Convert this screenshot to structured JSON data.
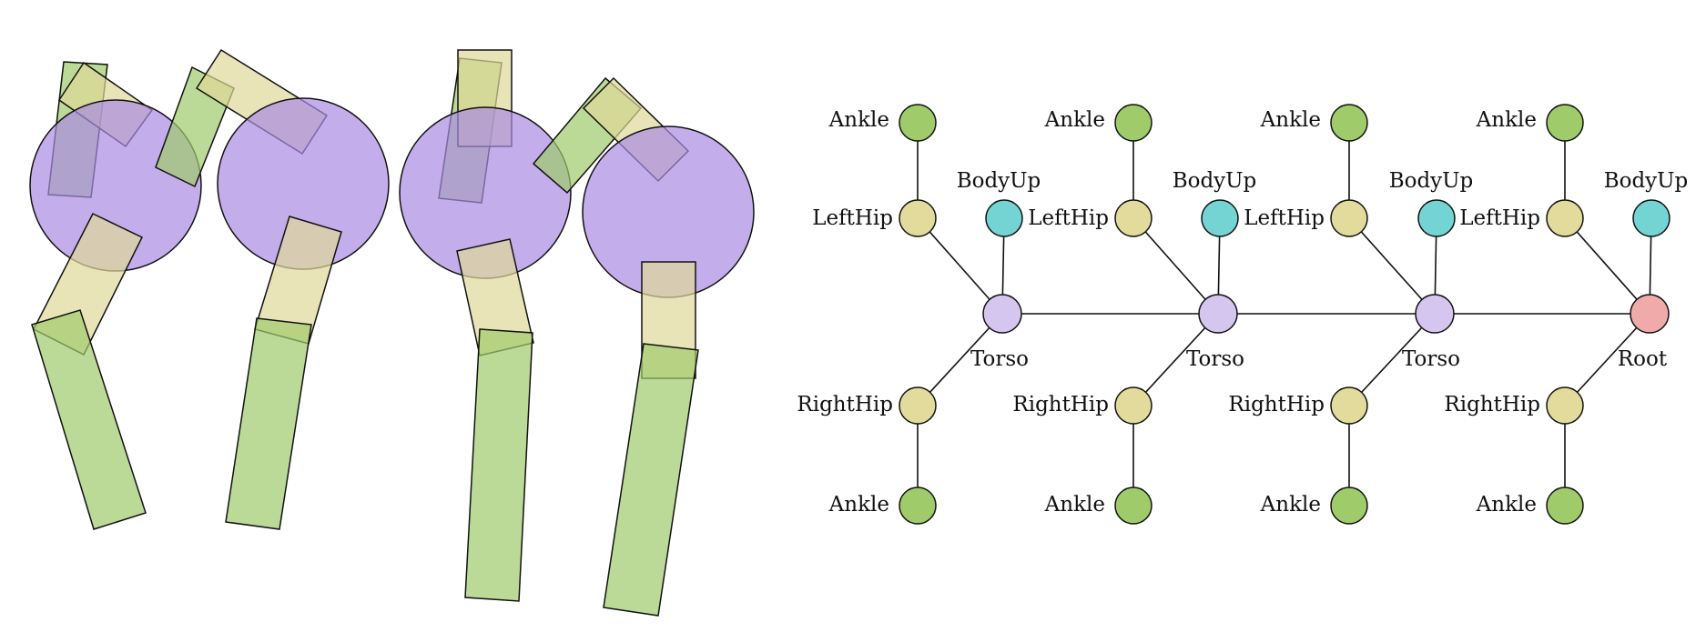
{
  "colors": {
    "torso_body": "#a98ae3",
    "hip_segment": "#e0d898",
    "leg_segment": "#9fcb6b",
    "node_ankle": "#9fcb6b",
    "node_hip": "#e3db9c",
    "node_bodyup": "#74d4d4",
    "node_torso": "#d4c6ef",
    "node_root": "#f0aaaa",
    "stroke": "#111111"
  },
  "tree": {
    "columns": [
      {
        "labels": {
          "ankle_top": "Ankle",
          "left_hip": "LeftHip",
          "body_up": "BodyUp",
          "center": "Torso",
          "right_hip": "RightHip",
          "ankle_bottom": "Ankle"
        },
        "center_type": "torso"
      },
      {
        "labels": {
          "ankle_top": "Ankle",
          "left_hip": "LeftHip",
          "body_up": "BodyUp",
          "center": "Torso",
          "right_hip": "RightHip",
          "ankle_bottom": "Ankle"
        },
        "center_type": "torso"
      },
      {
        "labels": {
          "ankle_top": "Ankle",
          "left_hip": "LeftHip",
          "body_up": "BodyUp",
          "center": "Torso",
          "right_hip": "RightHip",
          "ankle_bottom": "Ankle"
        },
        "center_type": "torso"
      },
      {
        "labels": {
          "ankle_top": "Ankle",
          "left_hip": "LeftHip",
          "body_up": "BodyUp",
          "center": "Root",
          "right_hip": "RightHip",
          "ankle_bottom": "Ankle"
        },
        "center_type": "root"
      }
    ]
  }
}
